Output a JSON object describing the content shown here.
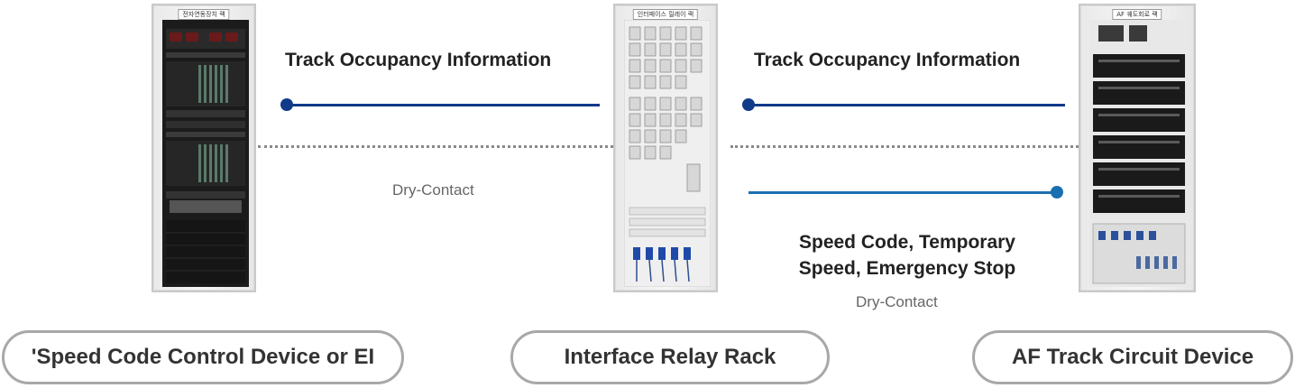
{
  "colors": {
    "dark_blue": "#123a8a",
    "mid_blue": "#1a6fb0",
    "dotted_gray": "#8a8a8a",
    "pill_border": "#a8a8a8"
  },
  "racks": {
    "left": {
      "nameplate": "전자연동장치 랙",
      "type": "dark-equipment-rack"
    },
    "center": {
      "nameplate": "인터페이스 릴레이 랙",
      "type": "relay-rack"
    },
    "right": {
      "nameplate": "AF 궤도회로 랙",
      "type": "track-circuit-rack"
    }
  },
  "flows": {
    "left": {
      "title": "Track Occupancy Information",
      "sub": "Dry-Contact"
    },
    "right": {
      "title": "Track Occupancy Information",
      "speed_line1": "Speed Code, Temporary",
      "speed_line2": "Speed, Emergency Stop",
      "sub": "Dry-Contact"
    }
  },
  "labels": {
    "left": "'Speed Code Control Device or EI",
    "center": "Interface Relay Rack",
    "right": "AF Track Circuit Device"
  }
}
